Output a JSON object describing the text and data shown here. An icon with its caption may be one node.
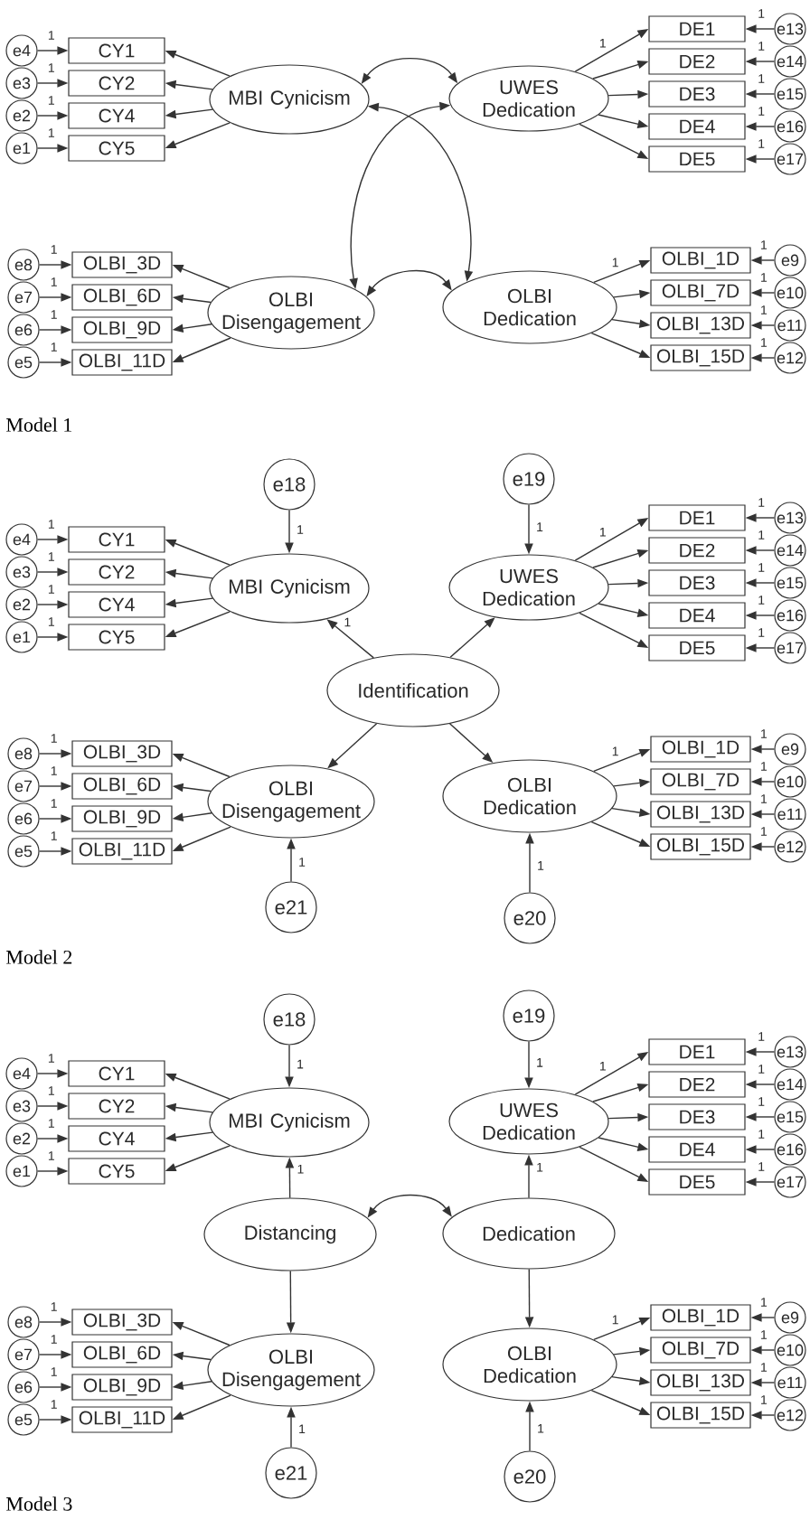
{
  "diagram": {
    "nodes": [
      {
        "text": [
          "MBI Cynicism"
        ]
      },
      {
        "text": [
          "UWES Dedication"
        ]
      },
      {
        "text": [
          "OLBI Disengagement"
        ]
      },
      {
        "text": [
          "OLBI Dedication"
        ]
      },
      {
        "text": [
          "CY1"
        ]
      },
      {
        "text": [
          "CY2"
        ]
      },
      {
        "text": [
          "CY4"
        ]
      },
      {
        "text": [
          "CY5"
        ]
      },
      {
        "text": [
          "e4"
        ]
      },
      {
        "text": [
          "e3"
        ]
      },
      {
        "text": [
          "e2"
        ]
      },
      {
        "text": [
          "e1"
        ]
      },
      {
        "text": [
          "DE1"
        ]
      },
      {
        "text": [
          "DE2"
        ]
      },
      {
        "text": [
          "DE3"
        ]
      },
      {
        "text": [
          "DE4"
        ]
      },
      {
        "text": [
          "DE5"
        ]
      },
      {
        "text": [
          "e13"
        ]
      },
      {
        "text": [
          "e14"
        ]
      },
      {
        "text": [
          "e15"
        ]
      },
      {
        "text": [
          "e16"
        ]
      },
      {
        "text": [
          "e17"
        ]
      },
      {
        "text": [
          "OLBI_3D"
        ]
      },
      {
        "text": [
          "OLBI_6D"
        ]
      },
      {
        "text": [
          "OLBI_9D"
        ]
      },
      {
        "text": [
          "OLBI_11D"
        ]
      },
      {
        "text": [
          "e8"
        ]
      },
      {
        "text": [
          "e7"
        ]
      },
      {
        "text": [
          "e6"
        ]
      },
      {
        "text": [
          "e5"
        ]
      },
      {
        "text": [
          "OLBI_1D"
        ]
      },
      {
        "text": [
          "OLBI_7D"
        ]
      },
      {
        "text": [
          "OLBI_13D"
        ]
      },
      {
        "text": [
          "OLBI_15D"
        ]
      },
      {
        "text": [
          "e9"
        ]
      },
      {
        "text": [
          "e10"
        ]
      },
      {
        "text": [
          "e11"
        ]
      },
      {
        "text": [
          "e12"
        ]
      },
      {
        "text": [
          "MBI Cynicism"
        ]
      },
      {
        "text": [
          "UWES Dedication"
        ]
      },
      {
        "text": [
          "OLBI Disengagement"
        ]
      },
      {
        "text": [
          "OLBI Dedication"
        ]
      },
      {
        "text": [
          "CY1"
        ]
      },
      {
        "text": [
          "CY2"
        ]
      },
      {
        "text": [
          "CY4"
        ]
      },
      {
        "text": [
          "CY5"
        ]
      },
      {
        "text": [
          "e4"
        ]
      },
      {
        "text": [
          "e3"
        ]
      },
      {
        "text": [
          "e2"
        ]
      },
      {
        "text": [
          "e1"
        ]
      },
      {
        "text": [
          "DE1"
        ]
      },
      {
        "text": [
          "DE2"
        ]
      },
      {
        "text": [
          "DE3"
        ]
      },
      {
        "text": [
          "DE4"
        ]
      },
      {
        "text": [
          "DE5"
        ]
      },
      {
        "text": [
          "e13"
        ]
      },
      {
        "text": [
          "e14"
        ]
      },
      {
        "text": [
          "e15"
        ]
      },
      {
        "text": [
          "e16"
        ]
      },
      {
        "text": [
          "e17"
        ]
      },
      {
        "text": [
          "OLBI_3D"
        ]
      },
      {
        "text": [
          "OLBI_6D"
        ]
      },
      {
        "text": [
          "OLBI_9D"
        ]
      },
      {
        "text": [
          "OLBI_11D"
        ]
      },
      {
        "text": [
          "e8"
        ]
      },
      {
        "text": [
          "e7"
        ]
      },
      {
        "text": [
          "e6"
        ]
      },
      {
        "text": [
          "e5"
        ]
      },
      {
        "text": [
          "OLBI_1D"
        ]
      },
      {
        "text": [
          "OLBI_7D"
        ]
      },
      {
        "text": [
          "OLBI_13D"
        ]
      },
      {
        "text": [
          "OLBI_15D"
        ]
      },
      {
        "text": [
          "e9"
        ]
      },
      {
        "text": [
          "e10"
        ]
      },
      {
        "text": [
          "e11"
        ]
      },
      {
        "text": [
          "e12"
        ]
      },
      {
        "text": [
          "e18"
        ]
      },
      {
        "text": [
          "e19"
        ]
      },
      {
        "text": [
          "Identification"
        ]
      },
      {
        "text": [
          "e21"
        ]
      },
      {
        "text": [
          "e20"
        ]
      },
      {
        "text": [
          "MBI Cynicism"
        ]
      },
      {
        "text": [
          "UWES Dedication"
        ]
      },
      {
        "text": [
          "OLBI Disengagement"
        ]
      },
      {
        "text": [
          "OLBI Dedication"
        ]
      },
      {
        "text": [
          "CY1"
        ]
      },
      {
        "text": [
          "CY2"
        ]
      },
      {
        "text": [
          "CY4"
        ]
      },
      {
        "text": [
          "CY5"
        ]
      },
      {
        "text": [
          "e4"
        ]
      },
      {
        "text": [
          "e3"
        ]
      },
      {
        "text": [
          "e2"
        ]
      },
      {
        "text": [
          "e1"
        ]
      },
      {
        "text": [
          "DE1"
        ]
      },
      {
        "text": [
          "DE2"
        ]
      },
      {
        "text": [
          "DE3"
        ]
      },
      {
        "text": [
          "DE4"
        ]
      },
      {
        "text": [
          "DE5"
        ]
      },
      {
        "text": [
          "e13"
        ]
      },
      {
        "text": [
          "e14"
        ]
      },
      {
        "text": [
          "e15"
        ]
      },
      {
        "text": [
          "e16"
        ]
      },
      {
        "text": [
          "e17"
        ]
      },
      {
        "text": [
          "OLBI_3D"
        ]
      },
      {
        "text": [
          "OLBI_6D"
        ]
      },
      {
        "text": [
          "OLBI_9D"
        ]
      },
      {
        "text": [
          "OLBI_11D"
        ]
      },
      {
        "text": [
          "e8"
        ]
      },
      {
        "text": [
          "e7"
        ]
      },
      {
        "text": [
          "e6"
        ]
      },
      {
        "text": [
          "e5"
        ]
      },
      {
        "text": [
          "OLBI_1D"
        ]
      },
      {
        "text": [
          "OLBI_7D"
        ]
      },
      {
        "text": [
          "OLBI_13D"
        ]
      },
      {
        "text": [
          "OLBI_15D"
        ]
      },
      {
        "text": [
          "e9"
        ]
      },
      {
        "text": [
          "e10"
        ]
      },
      {
        "text": [
          "e11"
        ]
      },
      {
        "text": [
          "e12"
        ]
      },
      {
        "text": [
          "e18"
        ]
      },
      {
        "text": [
          "e19"
        ]
      },
      {
        "text": [
          "Distancing"
        ]
      },
      {
        "text": [
          "Dedication"
        ]
      },
      {
        "text": [
          "e21"
        ]
      },
      {
        "text": [
          "e20"
        ]
      }
    ],
    "edges": [
      {
        "from": 0,
        "to": 4,
        "arrow": "to"
      },
      {
        "from": 0,
        "to": 5,
        "arrow": "to"
      },
      {
        "from": 0,
        "to": 6,
        "arrow": "to"
      },
      {
        "from": 0,
        "to": 7,
        "arrow": "to"
      },
      {
        "from": 1,
        "to": 12,
        "arrow": "to",
        "label": "1"
      },
      {
        "from": 1,
        "to": 13,
        "arrow": "to"
      },
      {
        "from": 1,
        "to": 14,
        "arrow": "to"
      },
      {
        "from": 1,
        "to": 15,
        "arrow": "to"
      },
      {
        "from": 1,
        "to": 16,
        "arrow": "to"
      },
      {
        "from": 2,
        "to": 22,
        "arrow": "to"
      },
      {
        "from": 2,
        "to": 23,
        "arrow": "to"
      },
      {
        "from": 2,
        "to": 24,
        "arrow": "to"
      },
      {
        "from": 2,
        "to": 25,
        "arrow": "to"
      },
      {
        "from": 3,
        "to": 30,
        "arrow": "to",
        "label": "1"
      },
      {
        "from": 3,
        "to": 31,
        "arrow": "to"
      },
      {
        "from": 3,
        "to": 32,
        "arrow": "to"
      },
      {
        "from": 3,
        "to": 33,
        "arrow": "to"
      },
      {
        "from": 8,
        "to": 4,
        "arrow": "to",
        "label": "1"
      },
      {
        "from": 9,
        "to": 5,
        "arrow": "to",
        "label": "1"
      },
      {
        "from": 10,
        "to": 6,
        "arrow": "to",
        "label": "1"
      },
      {
        "from": 11,
        "to": 7,
        "arrow": "to",
        "label": "1"
      },
      {
        "from": 17,
        "to": 12,
        "arrow": "to",
        "label": "1"
      },
      {
        "from": 18,
        "to": 13,
        "arrow": "to",
        "label": "1"
      },
      {
        "from": 19,
        "to": 14,
        "arrow": "to",
        "label": "1"
      },
      {
        "from": 20,
        "to": 15,
        "arrow": "to",
        "label": "1"
      },
      {
        "from": 21,
        "to": 16,
        "arrow": "to",
        "label": "1"
      },
      {
        "from": 26,
        "to": 22,
        "arrow": "to",
        "label": "1"
      },
      {
        "from": 27,
        "to": 23,
        "arrow": "to",
        "label": "1"
      },
      {
        "from": 28,
        "to": 24,
        "arrow": "to",
        "label": "1"
      },
      {
        "from": 29,
        "to": 25,
        "arrow": "to",
        "label": "1"
      },
      {
        "from": 34,
        "to": 30,
        "arrow": "to",
        "label": "1"
      },
      {
        "from": 35,
        "to": 31,
        "arrow": "to",
        "label": "1"
      },
      {
        "from": 36,
        "to": 32,
        "arrow": "to",
        "label": "1"
      },
      {
        "from": 37,
        "to": 33,
        "arrow": "to",
        "label": "1"
      },
      {
        "from": 0,
        "to": 1,
        "arrow": "both"
      },
      {
        "from": 0,
        "to": 3,
        "arrow": "both"
      },
      {
        "from": 1,
        "to": 2,
        "arrow": "both"
      },
      {
        "from": 2,
        "to": 3,
        "arrow": "both"
      },
      {
        "from": 38,
        "to": 42,
        "arrow": "to"
      },
      {
        "from": 38,
        "to": 43,
        "arrow": "to"
      },
      {
        "from": 38,
        "to": 44,
        "arrow": "to"
      },
      {
        "from": 38,
        "to": 45,
        "arrow": "to"
      },
      {
        "from": 39,
        "to": 50,
        "arrow": "to",
        "label": "1"
      },
      {
        "from": 39,
        "to": 51,
        "arrow": "to"
      },
      {
        "from": 39,
        "to": 52,
        "arrow": "to"
      },
      {
        "from": 39,
        "to": 53,
        "arrow": "to"
      },
      {
        "from": 39,
        "to": 54,
        "arrow": "to"
      },
      {
        "from": 40,
        "to": 60,
        "arrow": "to"
      },
      {
        "from": 40,
        "to": 61,
        "arrow": "to"
      },
      {
        "from": 40,
        "to": 62,
        "arrow": "to"
      },
      {
        "from": 40,
        "to": 63,
        "arrow": "to"
      },
      {
        "from": 41,
        "to": 68,
        "arrow": "to",
        "label": "1"
      },
      {
        "from": 41,
        "to": 69,
        "arrow": "to"
      },
      {
        "from": 41,
        "to": 70,
        "arrow": "to"
      },
      {
        "from": 41,
        "to": 71,
        "arrow": "to"
      },
      {
        "from": 46,
        "to": 42,
        "arrow": "to",
        "label": "1"
      },
      {
        "from": 47,
        "to": 43,
        "arrow": "to",
        "label": "1"
      },
      {
        "from": 48,
        "to": 44,
        "arrow": "to",
        "label": "1"
      },
      {
        "from": 49,
        "to": 45,
        "arrow": "to",
        "label": "1"
      },
      {
        "from": 55,
        "to": 50,
        "arrow": "to",
        "label": "1"
      },
      {
        "from": 56,
        "to": 51,
        "arrow": "to",
        "label": "1"
      },
      {
        "from": 57,
        "to": 52,
        "arrow": "to",
        "label": "1"
      },
      {
        "from": 58,
        "to": 53,
        "arrow": "to",
        "label": "1"
      },
      {
        "from": 59,
        "to": 54,
        "arrow": "to",
        "label": "1"
      },
      {
        "from": 64,
        "to": 60,
        "arrow": "to",
        "label": "1"
      },
      {
        "from": 65,
        "to": 61,
        "arrow": "to",
        "label": "1"
      },
      {
        "from": 66,
        "to": 62,
        "arrow": "to",
        "label": "1"
      },
      {
        "from": 67,
        "to": 63,
        "arrow": "to",
        "label": "1"
      },
      {
        "from": 72,
        "to": 68,
        "arrow": "to",
        "label": "1"
      },
      {
        "from": 73,
        "to": 69,
        "arrow": "to",
        "label": "1"
      },
      {
        "from": 74,
        "to": 70,
        "arrow": "to",
        "label": "1"
      },
      {
        "from": 75,
        "to": 71,
        "arrow": "to",
        "label": "1"
      },
      {
        "from": 76,
        "to": 38,
        "arrow": "to",
        "label": "1"
      },
      {
        "from": 77,
        "to": 39,
        "arrow": "to",
        "label": "1"
      },
      {
        "from": 78,
        "to": 38,
        "arrow": "to",
        "label": "1"
      },
      {
        "from": 78,
        "to": 39,
        "arrow": "to"
      },
      {
        "from": 78,
        "to": 40,
        "arrow": "to"
      },
      {
        "from": 78,
        "to": 41,
        "arrow": "to"
      },
      {
        "from": 79,
        "to": 40,
        "arrow": "to",
        "label": "1"
      },
      {
        "from": 80,
        "to": 41,
        "arrow": "to",
        "label": "1"
      },
      {
        "from": 81,
        "to": 85,
        "arrow": "to"
      },
      {
        "from": 81,
        "to": 86,
        "arrow": "to"
      },
      {
        "from": 81,
        "to": 87,
        "arrow": "to"
      },
      {
        "from": 81,
        "to": 88,
        "arrow": "to"
      },
      {
        "from": 82,
        "to": 93,
        "arrow": "to",
        "label": "1"
      },
      {
        "from": 82,
        "to": 94,
        "arrow": "to"
      },
      {
        "from": 82,
        "to": 95,
        "arrow": "to"
      },
      {
        "from": 82,
        "to": 96,
        "arrow": "to"
      },
      {
        "from": 82,
        "to": 97,
        "arrow": "to"
      },
      {
        "from": 83,
        "to": 103,
        "arrow": "to"
      },
      {
        "from": 83,
        "to": 104,
        "arrow": "to"
      },
      {
        "from": 83,
        "to": 105,
        "arrow": "to"
      },
      {
        "from": 83,
        "to": 106,
        "arrow": "to"
      },
      {
        "from": 84,
        "to": 111,
        "arrow": "to",
        "label": "1"
      },
      {
        "from": 84,
        "to": 112,
        "arrow": "to"
      },
      {
        "from": 84,
        "to": 113,
        "arrow": "to"
      },
      {
        "from": 84,
        "to": 114,
        "arrow": "to"
      },
      {
        "from": 89,
        "to": 85,
        "arrow": "to",
        "label": "1"
      },
      {
        "from": 90,
        "to": 86,
        "arrow": "to",
        "label": "1"
      },
      {
        "from": 91,
        "to": 87,
        "arrow": "to",
        "label": "1"
      },
      {
        "from": 92,
        "to": 88,
        "arrow": "to",
        "label": "1"
      },
      {
        "from": 98,
        "to": 93,
        "arrow": "to",
        "label": "1"
      },
      {
        "from": 99,
        "to": 94,
        "arrow": "to",
        "label": "1"
      },
      {
        "from": 100,
        "to": 95,
        "arrow": "to",
        "label": "1"
      },
      {
        "from": 101,
        "to": 96,
        "arrow": "to",
        "label": "1"
      },
      {
        "from": 102,
        "to": 97,
        "arrow": "to",
        "label": "1"
      },
      {
        "from": 107,
        "to": 103,
        "arrow": "to",
        "label": "1"
      },
      {
        "from": 108,
        "to": 104,
        "arrow": "to",
        "label": "1"
      },
      {
        "from": 109,
        "to": 105,
        "arrow": "to",
        "label": "1"
      },
      {
        "from": 110,
        "to": 106,
        "arrow": "to",
        "label": "1"
      },
      {
        "from": 115,
        "to": 111,
        "arrow": "to",
        "label": "1"
      },
      {
        "from": 116,
        "to": 112,
        "arrow": "to",
        "label": "1"
      },
      {
        "from": 117,
        "to": 113,
        "arrow": "to",
        "label": "1"
      },
      {
        "from": 118,
        "to": 114,
        "arrow": "to",
        "label": "1"
      },
      {
        "from": 119,
        "to": 81,
        "arrow": "to",
        "label": "1"
      },
      {
        "from": 120,
        "to": 82,
        "arrow": "to",
        "label": "1"
      },
      {
        "from": 121,
        "to": 81,
        "arrow": "to",
        "label": "1"
      },
      {
        "from": 121,
        "to": 83,
        "arrow": "to"
      },
      {
        "from": 122,
        "to": 82,
        "arrow": "to",
        "label": "1"
      },
      {
        "from": 122,
        "to": 84,
        "arrow": "to"
      },
      {
        "from": 121,
        "to": 122,
        "arrow": "both"
      },
      {
        "from": 123,
        "to": 83,
        "arrow": "to",
        "label": "1"
      },
      {
        "from": 124,
        "to": 84,
        "arrow": "to",
        "label": "1"
      }
    ],
    "labels": [
      "Model 1",
      "Model 2",
      "Model 3"
    ]
  }
}
